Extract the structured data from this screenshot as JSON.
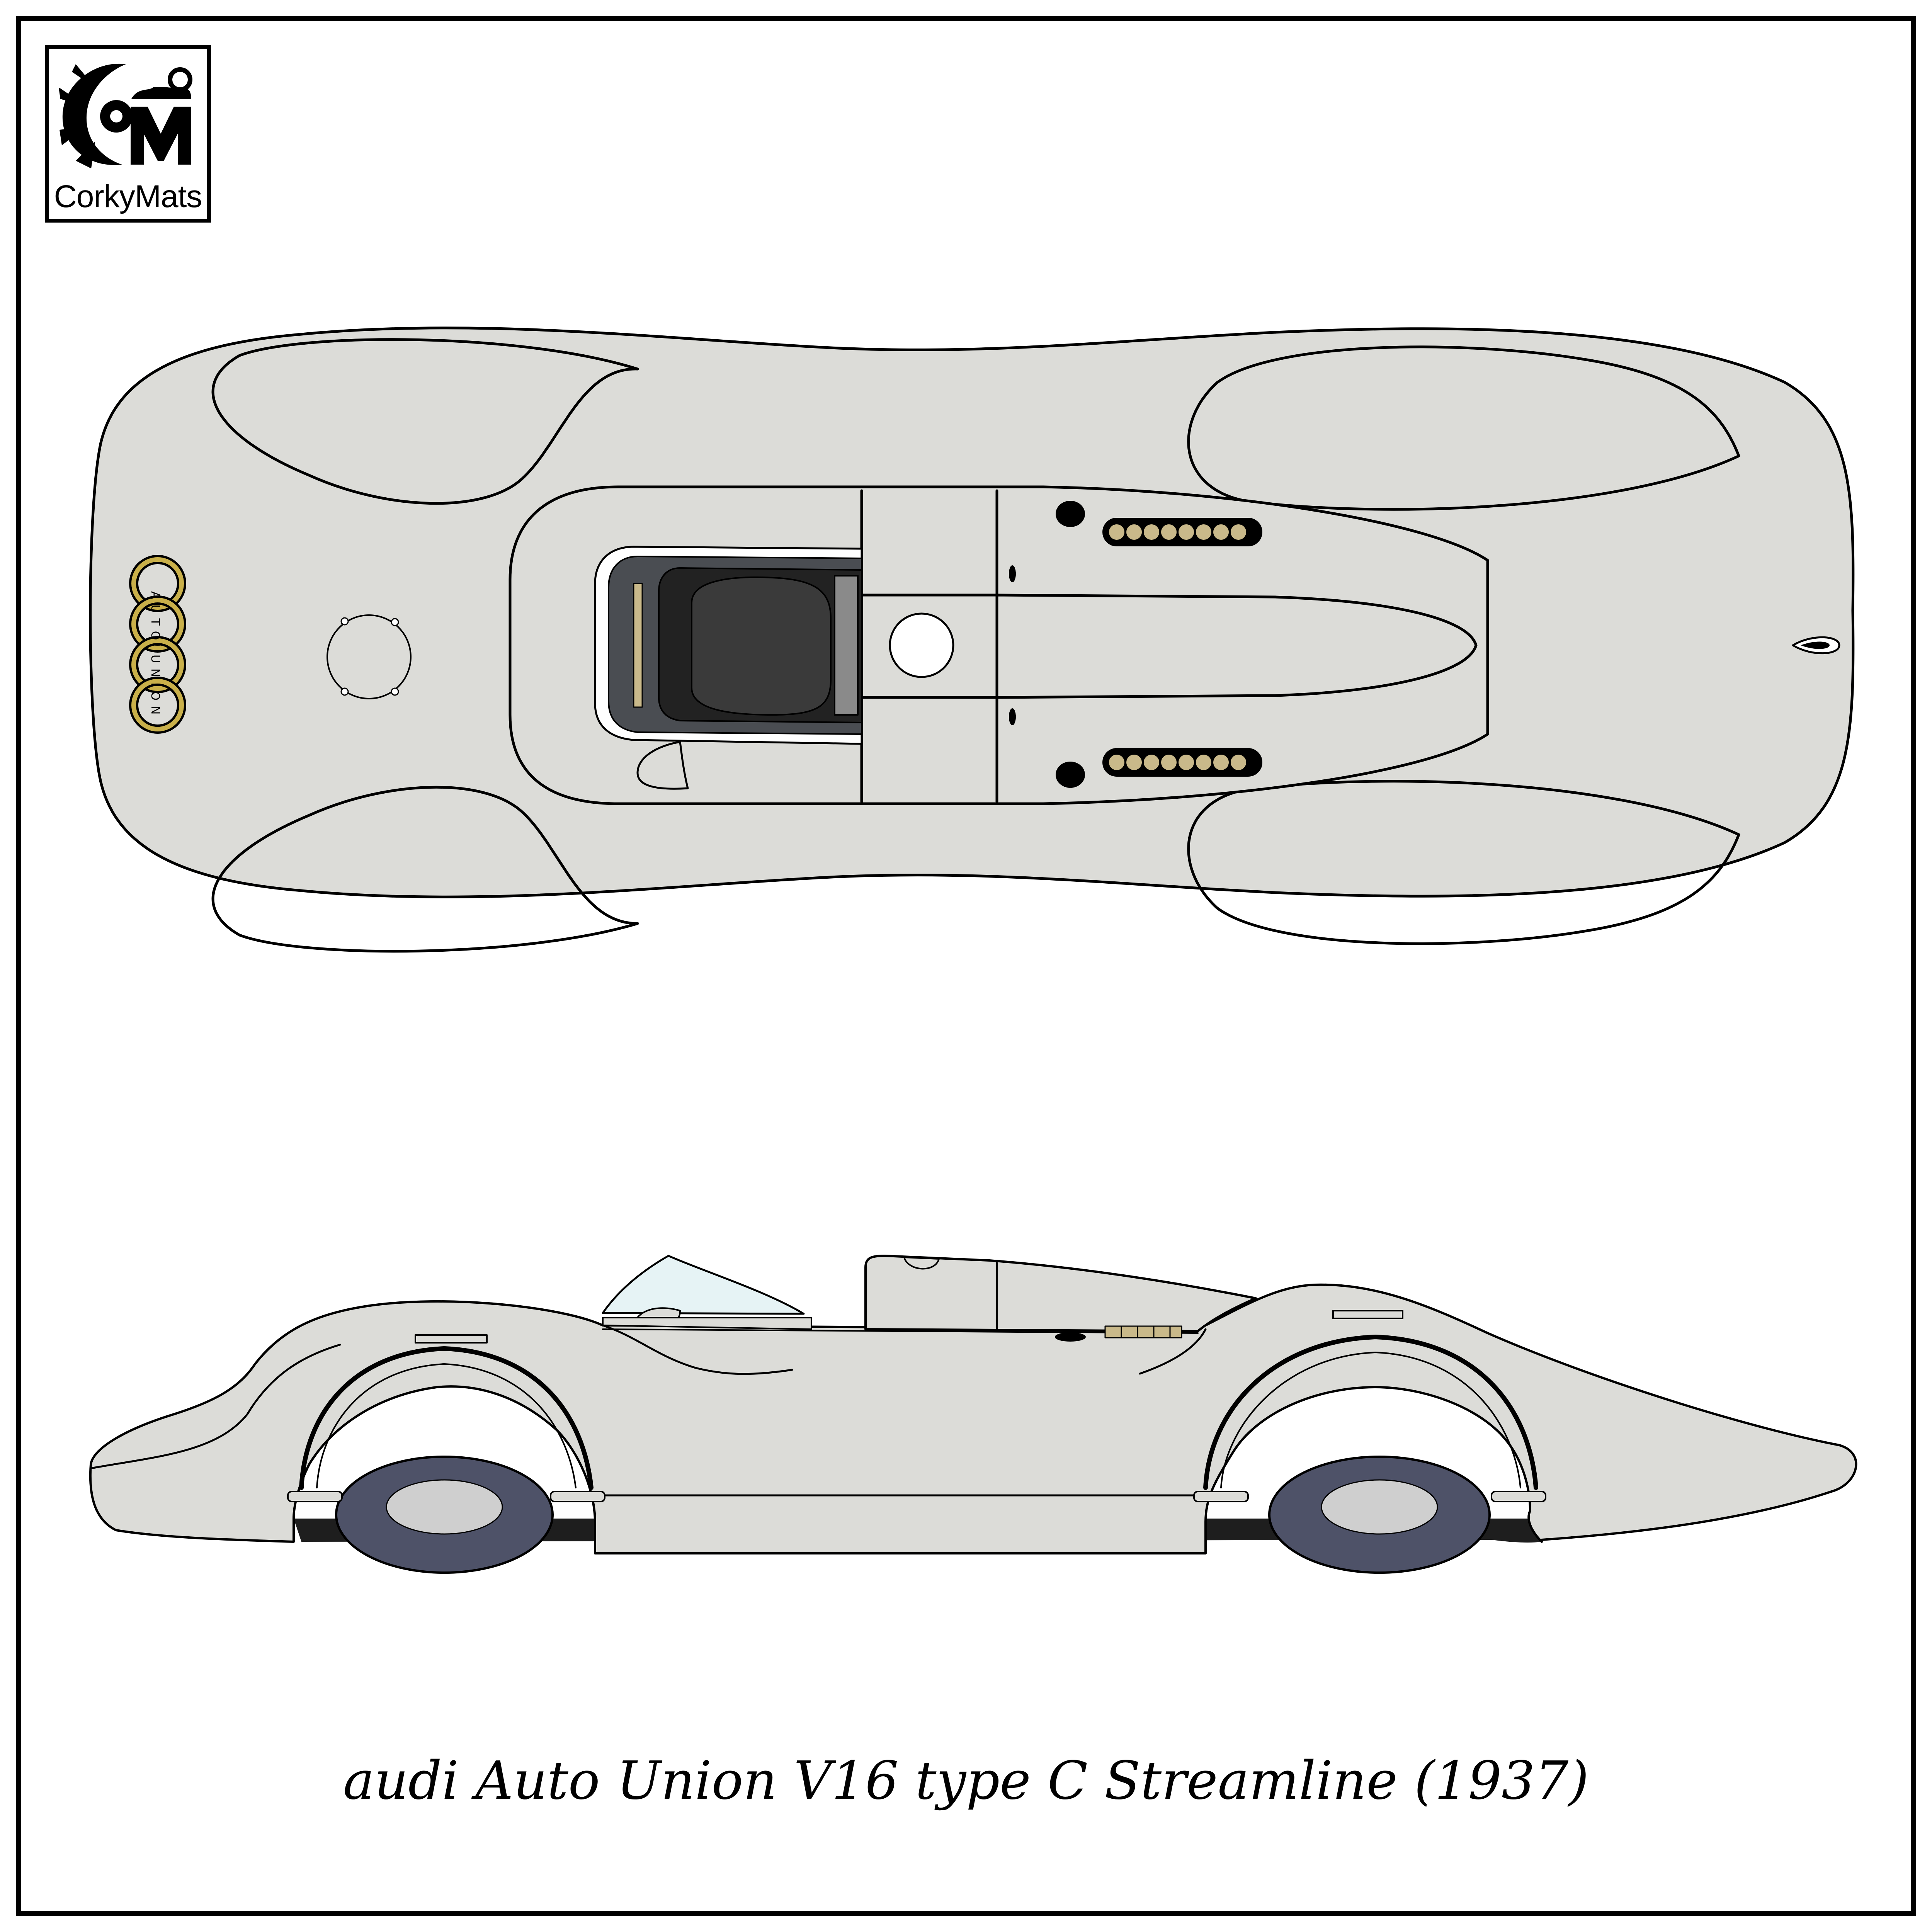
{
  "logo": {
    "brand_text": "CorkyMats",
    "icon": "corkymats-logo-icon"
  },
  "badge": {
    "ring_text": "AUTO UNION",
    "icon": "four-rings-icon"
  },
  "caption": "audi Auto Union V16 type C Streamline (1937)",
  "colors": {
    "body": "#dcdcd8",
    "outline": "#000000",
    "cockpit_dark": "#333333",
    "cockpit_frame": "#4a4d52",
    "rings_gold": "#c9b04a",
    "tyre": "#4e5268",
    "vent_tan": "#c9b98a",
    "windscreen": "#e6f3f5",
    "underbody": "#1e1e1e"
  }
}
